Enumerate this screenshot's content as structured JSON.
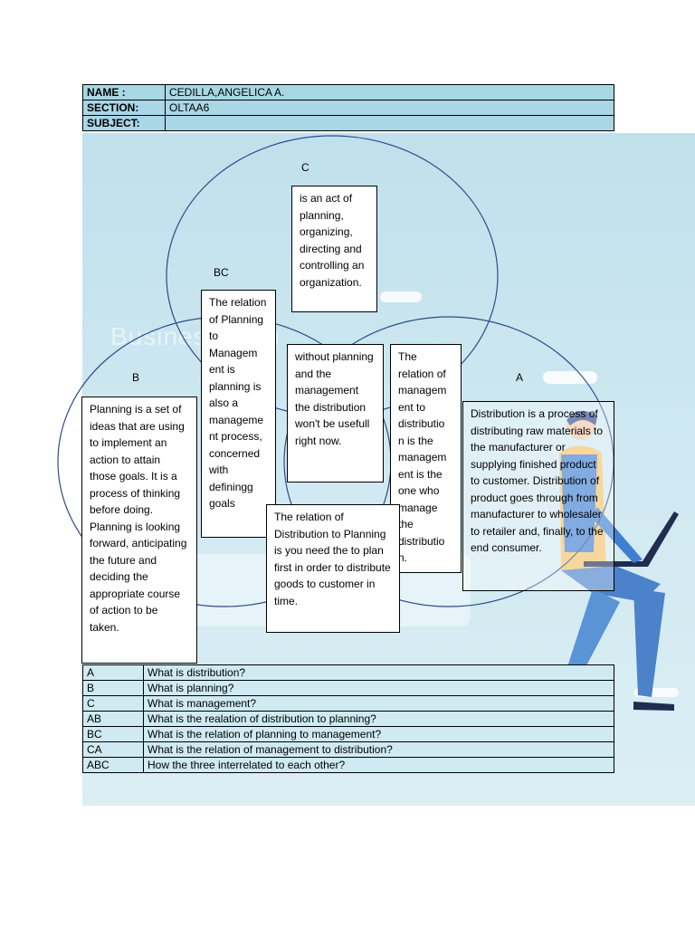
{
  "info": {
    "name_label": "NAME :",
    "name_value": "CEDILLA,ANGELICA A.",
    "section_label": "SECTION:",
    "section_value": "OLTAA6",
    "subject_label": "SUBJECT:",
    "subject_value": ""
  },
  "background": {
    "watermark": "Business Man"
  },
  "venn": {
    "label_c": "C",
    "label_bc": "BC",
    "label_b": "B",
    "label_a": "A",
    "circle_color": "#2f4a8a"
  },
  "boxes": {
    "c": "is an act of planning, organizing, directing and controlling an organization.",
    "bc": "The relation of Planning to Managem ent is planning is also a manageme nt process, concerned with definingg goals",
    "abc": "without planning and the management the distribution won't be usefull right now.",
    "ca": "The relation of managem ent to distributio n is the managem ent is the one who manage the distributio n.",
    "b": "Planning is a set of ideas that are using to implement an action to attain those goals. It is a process of thinking before doing. Planning is looking forward, anticipating the future and deciding the appropriate course of action to be taken.",
    "ab": "The relation of Distribution to Planning is you need the to plan first in order to distribute goods to customer in time.",
    "a": "Distribution is a process of distributing raw materials to the manufacturer or supplying finished product to customer. Distribution of product goes through from manufacturer to wholesaler to retailer and, finally, to the end consumer."
  },
  "key": [
    {
      "k": "A",
      "q": "What is distribution?"
    },
    {
      "k": "B",
      "q": "What is planning?"
    },
    {
      "k": "C",
      "q": "What is management?"
    },
    {
      "k": "AB",
      "q": "What is the realation of distribution to planning?"
    },
    {
      "k": "BC",
      "q": "What is the relation of planning to management?"
    },
    {
      "k": "CA",
      "q": "What is the relation of management to distribution?"
    },
    {
      "k": "ABC",
      "q": "How the three interrelated to each other?"
    }
  ]
}
